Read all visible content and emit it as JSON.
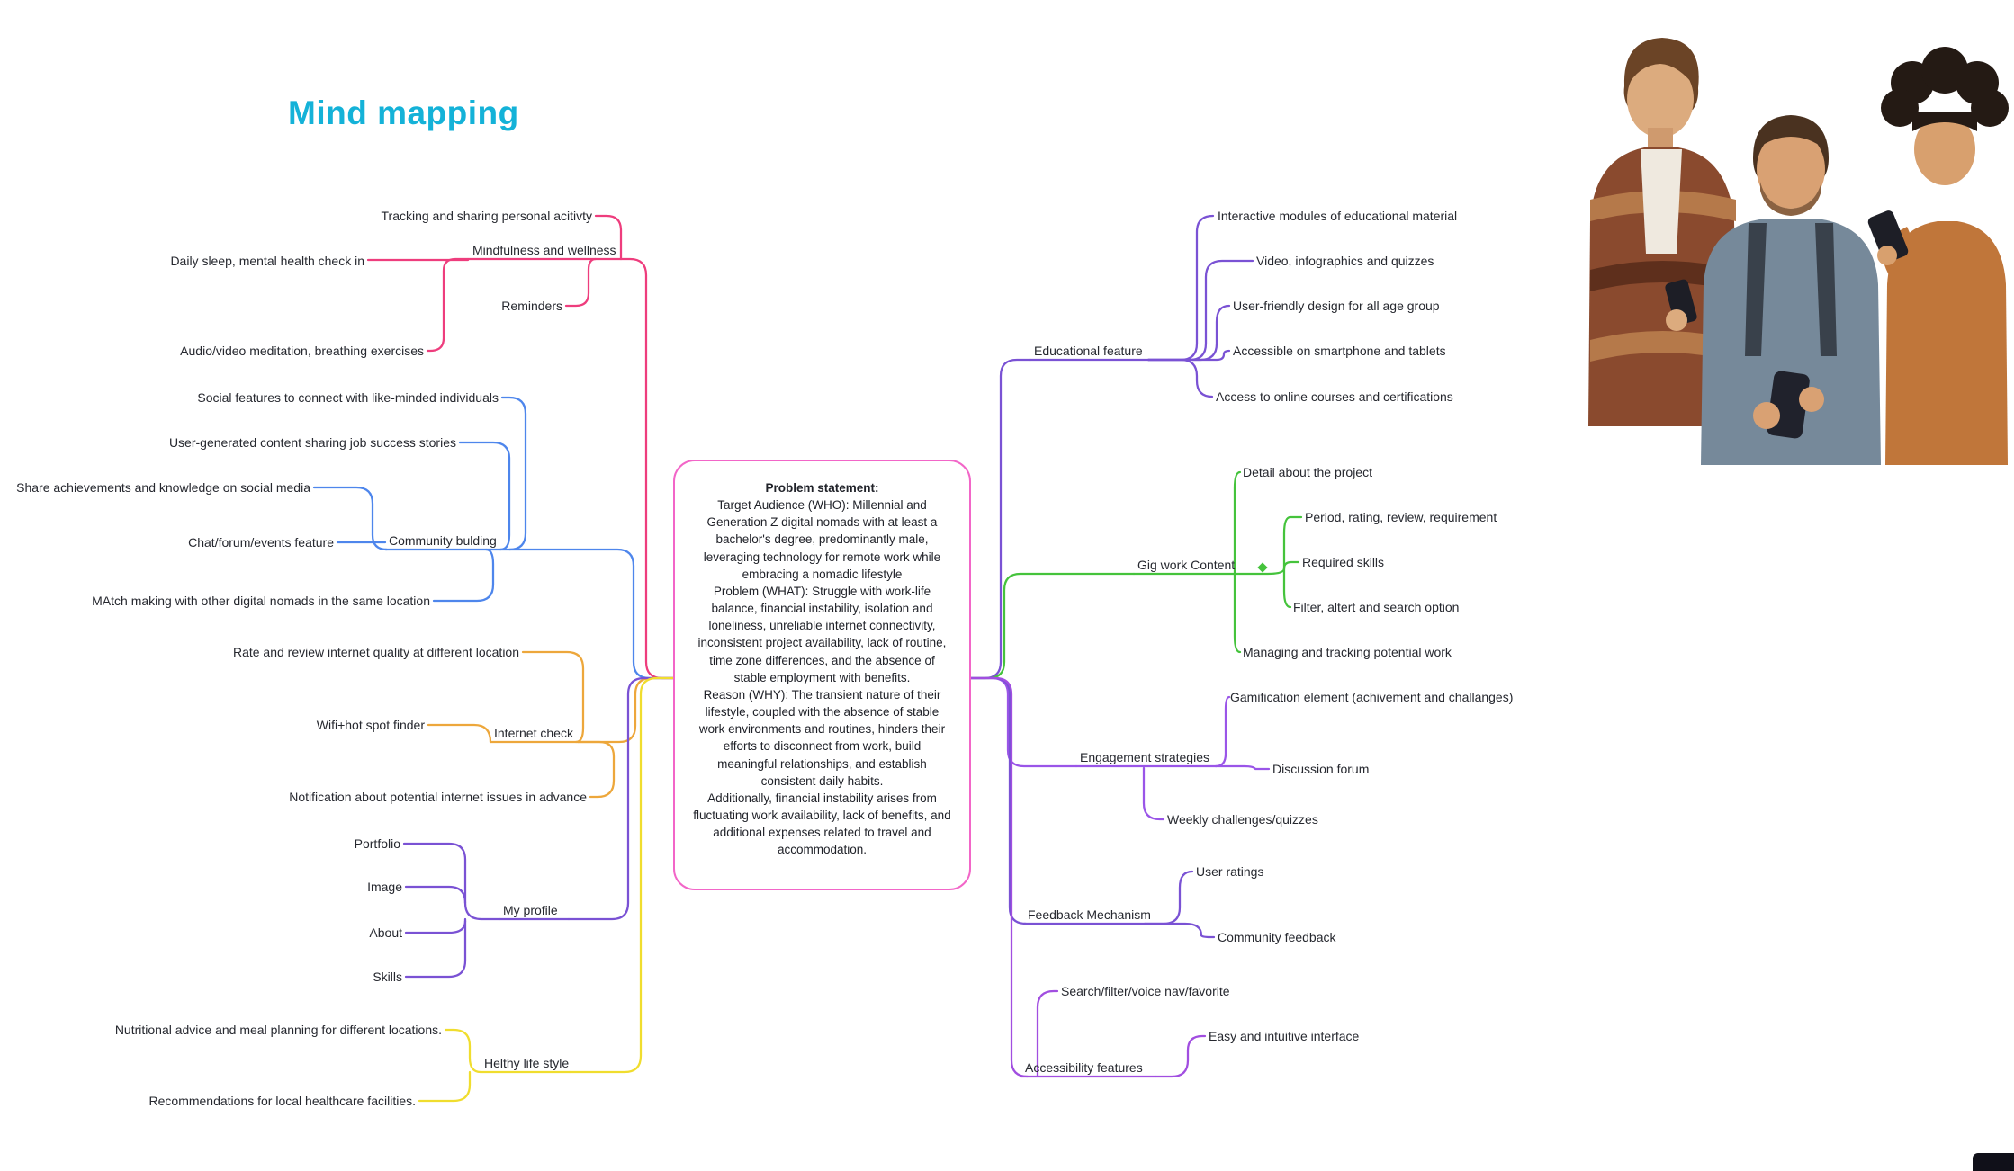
{
  "title": "Mind mapping",
  "colors": {
    "title": "#14b2d8",
    "box_border": "#f266c8",
    "mindfulness": "#ee3d7d",
    "community": "#4e86ec",
    "internet": "#eda73b",
    "profile": "#7a52d4",
    "healthy": "#f0dd2e",
    "educational": "#7a52d4",
    "gig": "#45c33c",
    "engagement": "#9a55e8",
    "feedback": "#7a52d4",
    "accessibility": "#a14ee0"
  },
  "center": {
    "heading": "Problem statement:",
    "body": [
      "Target Audience (WHO): Millennial and Generation Z digital nomads with at least a bachelor's degree, predominantly male, leveraging technology for remote work while embracing a nomadic lifestyle",
      "Problem (WHAT): Struggle with work-life balance, financial instability, isolation and loneliness, unreliable internet connectivity, inconsistent project availability, lack of routine, time zone differences, and the absence of stable employment with benefits.",
      "Reason (WHY): The transient nature of their lifestyle, coupled with the absence of stable work environments and routines, hinders their efforts to disconnect from work, build meaningful relationships, and establish consistent daily habits.",
      "Additionally, financial instability arises from fluctuating work availability, lack of benefits, and additional expenses related to travel and accommodation."
    ]
  },
  "branches": {
    "left": [
      {
        "label": "Mindfulness and wellness",
        "color": "#ee3d7d",
        "children": [
          "Tracking and sharing personal acitivty",
          "Daily sleep, mental health check in",
          "Reminders",
          "Audio/video meditation, breathing exercises"
        ]
      },
      {
        "label": "Community bulding",
        "color": "#4e86ec",
        "children": [
          "Social features to connect with like-minded individuals",
          "User-generated content sharing job success stories",
          "Share achievements and knowledge on social media",
          "Chat/forum/events feature",
          "MAtch making with other digital nomads in the same location"
        ]
      },
      {
        "label": "Internet check",
        "color": "#eda73b",
        "children": [
          "Rate and review internet quality at different location",
          "Wifi+hot spot finder",
          "Notification about potential internet issues in advance"
        ]
      },
      {
        "label": "My profile",
        "color": "#7a52d4",
        "children": [
          "Portfolio",
          "Image",
          "About",
          "Skills"
        ]
      },
      {
        "label": "Helthy life style",
        "color": "#f0dd2e",
        "children": [
          "Nutritional advice and meal planning for different locations.",
          "Recommendations for local healthcare facilities."
        ]
      }
    ],
    "right": [
      {
        "label": "Educational feature",
        "color": "#7a52d4",
        "children": [
          "Interactive modules of educational material",
          "Video, infographics and quizzes",
          "User-friendly design for all age group",
          "Accessible on smartphone and tablets",
          "Access to online courses and certifications"
        ]
      },
      {
        "label": "Gig work Content",
        "color": "#45c33c",
        "children": [
          "Detail about the project",
          "Period, rating, review, requirement",
          "Required skills",
          "Filter, altert and search option",
          "Managing and tracking potential work"
        ]
      },
      {
        "label": "Engagement strategies",
        "color": "#9a55e8",
        "children": [
          "Gamification element (achivement and challanges)",
          "Discussion forum",
          "Weekly challenges/quizzes"
        ]
      },
      {
        "label": "Feedback Mechanism",
        "color": "#7a52d4",
        "children": [
          "User ratings",
          "Community feedback"
        ]
      },
      {
        "label": "Accessibility features",
        "color": "#a14ee0",
        "children": [
          "Search/filter/voice nav/favorite",
          "Easy and intuitive interface"
        ]
      }
    ]
  },
  "photo_alt": "Three young men looking at smartphones"
}
